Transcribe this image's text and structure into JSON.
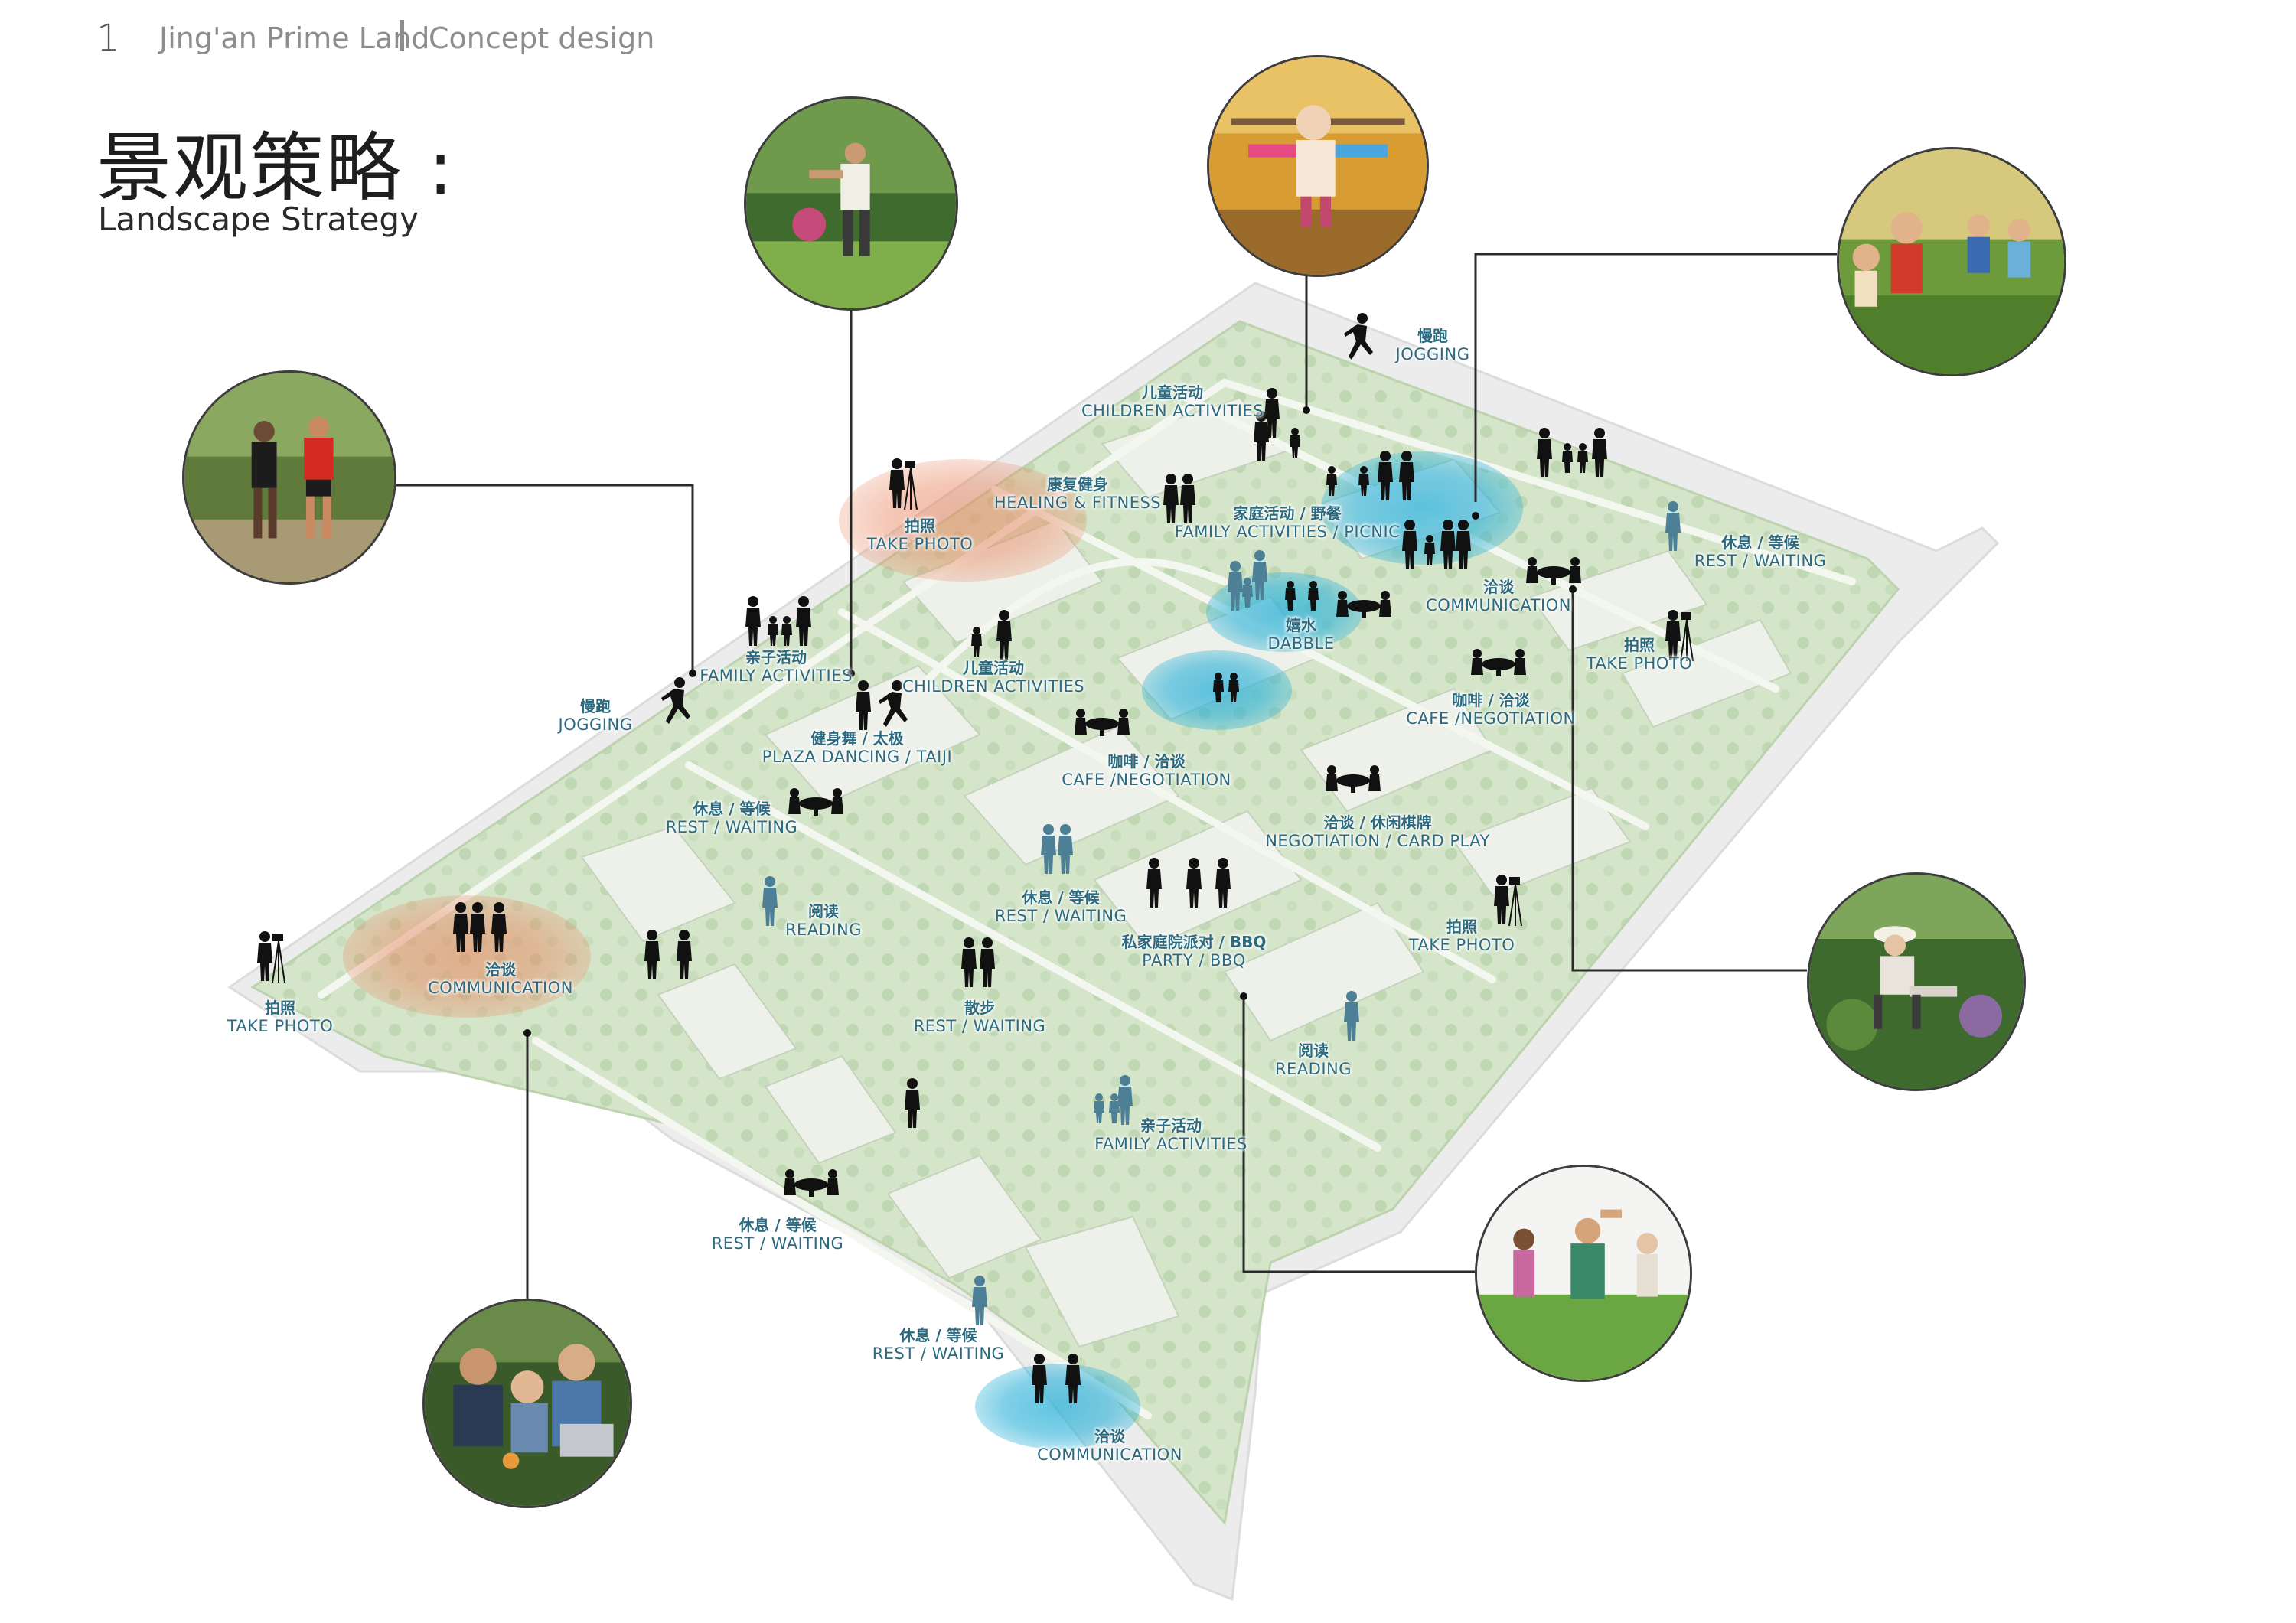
{
  "header": {
    "page_number": "1",
    "project": "Jing'an Prime Land",
    "section": "Concept design"
  },
  "title": {
    "cn": "景观策略 :",
    "en": "Landscape Strategy"
  },
  "colors": {
    "orange_zone": "#e8825a",
    "blue_zone": "#2bb1d8",
    "label_text": "#2c6a80",
    "leader_line": "#2a2a2a",
    "silhouette_black": "#111111",
    "silhouette_blue": "#4d7f96",
    "plan_green": "#cfe0c4",
    "tree_green": "#a9c99a",
    "plan_path": "#e9eee3"
  },
  "labels": {
    "jog_top": {
      "cn": "慢跑",
      "en": "JOGGING"
    },
    "child_top": {
      "cn": "儿童活动",
      "en": "CHILDREN ACTIVITIES"
    },
    "heal": {
      "cn": "康复健身",
      "en": "HEALING & FITNESS"
    },
    "photo_orange": {
      "cn": "拍照",
      "en": "TAKE PHOTO"
    },
    "family_picnic": {
      "cn": "家庭活动 / 野餐",
      "en": "FAMILY ACTIVITIES / PICNIC"
    },
    "rest_right": {
      "cn": "休息 / 等候",
      "en": "REST / WAITING"
    },
    "comm_right": {
      "cn": "洽谈",
      "en": "COMMUNICATION"
    },
    "photo_right": {
      "cn": "拍照",
      "en": "TAKE PHOTO"
    },
    "dabble": {
      "cn": "嬉水",
      "en": "DABBLE"
    },
    "family_left": {
      "cn": "亲子活动",
      "en": "FAMILY ACTIVITIES"
    },
    "child_mid": {
      "cn": "儿童活动",
      "en": "CHILDREN ACTIVITIES"
    },
    "jog_left": {
      "cn": "慢跑",
      "en": "JOGGING"
    },
    "cafe_right": {
      "cn": "咖啡 / 洽谈",
      "en": "CAFE /NEGOTIATION"
    },
    "plaza": {
      "cn": "健身舞 / 太极",
      "en": "PLAZA DANCING / TAIJI"
    },
    "cafe_mid": {
      "cn": "咖啡 / 洽谈",
      "en": "CAFE /NEGOTIATION"
    },
    "rest_left": {
      "cn": "休息 / 等候",
      "en": "REST / WAITING"
    },
    "negotiation": {
      "cn": "洽谈 / 休闲棋牌",
      "en": "NEGOTIATION / CARD PLAY"
    },
    "reading_left": {
      "cn": "阅读",
      "en": "READING"
    },
    "rest_mid": {
      "cn": "休息 / 等候",
      "en": "REST / WAITING"
    },
    "party": {
      "cn": "私家庭院派对 / BBQ",
      "en": "PARTY / BBQ"
    },
    "photo_mid_right": {
      "cn": "拍照",
      "en": "TAKE PHOTO"
    },
    "photo_far_left": {
      "cn": "拍照",
      "en": "TAKE PHOTO"
    },
    "comm_left": {
      "cn": "洽谈",
      "en": "COMMUNICATION"
    },
    "walk": {
      "cn": "散步",
      "en": "REST / WAITING"
    },
    "reading_right": {
      "cn": "阅读",
      "en": "READING"
    },
    "family_bottom": {
      "cn": "亲子活动",
      "en": "FAMILY ACTIVITIES"
    },
    "rest_bottom": {
      "cn": "休息 / 等候",
      "en": "REST / WAITING"
    },
    "rest_lowest": {
      "cn": "休息 / 等候",
      "en": "REST / WAITING"
    },
    "comm_bottom": {
      "cn": "洽谈",
      "en": "COMMUNICATION"
    }
  },
  "photos": {
    "runners": "photo-runners-icon",
    "taiji": "photo-taiji-icon",
    "child_swing": "photo-child-swing-icon",
    "kids_running": "photo-kids-running-icon",
    "woman_reading": "photo-woman-reading-icon",
    "garden_party": "photo-garden-party-icon",
    "people_laptop": "photo-people-laptop-icon"
  }
}
